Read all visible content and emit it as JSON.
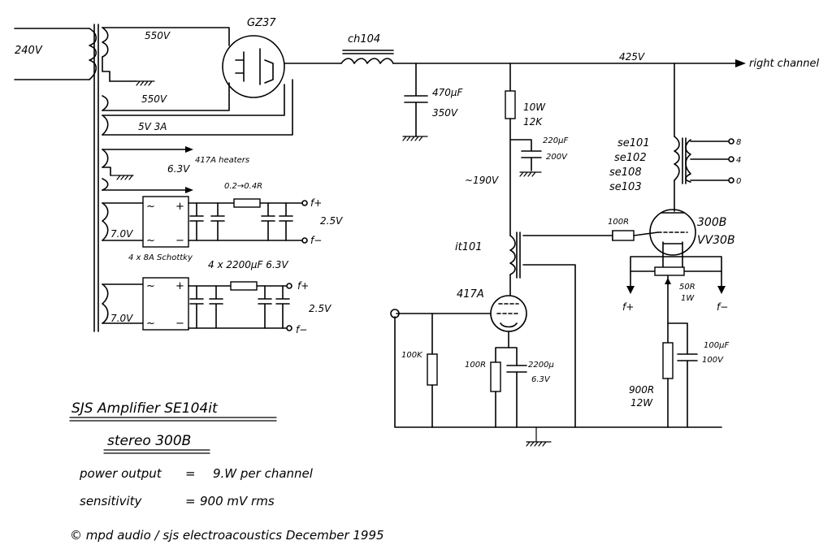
{
  "mains": {
    "input": "240V",
    "sec_hv_top": "550V",
    "sec_hv_bottom": "550V",
    "sec_rect": "5V 3A"
  },
  "rectifier": {
    "tube": "GZ37"
  },
  "choke": {
    "label": "ch104"
  },
  "b_plus": {
    "voltage": "425V",
    "right_channel": "right channel"
  },
  "reservoir_cap": {
    "value": "470µF",
    "voltage": "350V"
  },
  "dropper": {
    "resistor_w": "10W",
    "resistor_r": "12K",
    "cap_value": "220µF",
    "cap_voltage": "200V"
  },
  "driver_supply": {
    "voltage": "~190V"
  },
  "heaters": {
    "h1_voltage": "6.3V",
    "h1_note": "417A heaters",
    "h2_ac": "7.0V",
    "h2_res": "0.2→0.4R",
    "h2_out": "2.5V",
    "h2_diodes": "4 x 8A Schottky",
    "h2_caps": "4 x 2200µF 6.3V",
    "h3_ac": "7.0V",
    "h3_out": "2.5V",
    "fplus": "f+",
    "fminus": "f−",
    "ac_sym": "~",
    "plus_sym": "+",
    "minus_sym": "−"
  },
  "output_transformer": {
    "types": [
      "se101",
      "se102",
      "se108",
      "se103"
    ],
    "tap_8": "8",
    "tap_4": "4",
    "tap_0": "0"
  },
  "output_tube": {
    "type_1": "300B",
    "type_2": "VV30B",
    "grid_stopper": "100R"
  },
  "output_bias": {
    "hum_pot": "50R",
    "hum_pot_w": "1W",
    "cathode_r": "900R",
    "cathode_r_w": "12W",
    "cathode_c": "100µF",
    "cathode_c_v": "100V",
    "fplus": "f+",
    "fminus": "f−"
  },
  "interstage": {
    "label": "it101"
  },
  "driver_tube": {
    "type": "417A",
    "grid_r": "100K",
    "cathode_r": "100R",
    "cathode_c": "2200µ",
    "cathode_c_v": "6.3V"
  },
  "title_block": {
    "line1": "SJS Amplifier SE104it",
    "line2": "stereo 300B",
    "power_label": "power output",
    "power_eq": "=",
    "power_value": "9.W per channel",
    "sens_label": "sensitivity",
    "sens_eq": "=",
    "sens_value": "900 mV rms",
    "copyright": "© mpd audio / sjs electroacoustics December 1995"
  }
}
